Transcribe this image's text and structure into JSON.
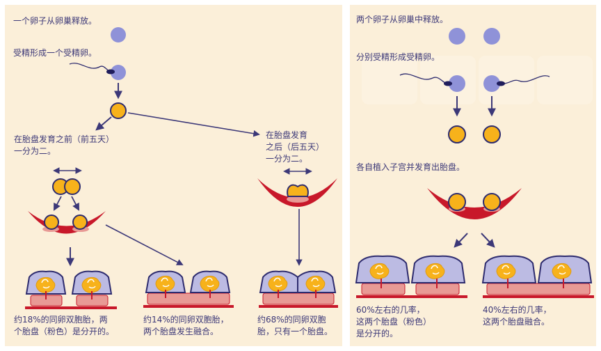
{
  "left": {
    "step1": "一个卵子从卵巢释放。",
    "step2": "受精形成一个受精卵。",
    "early_split": [
      "在胎盘发育之前（前五天）",
      "一分为二。"
    ],
    "late_split": [
      "在胎盘发育",
      "之后（后五天）",
      "一分为二。"
    ],
    "outcome_a": [
      "约18%的同卵双胞胎，两",
      "个胎盘（粉色）是分开的。"
    ],
    "outcome_b": [
      "约14%的同卵双胞胎，",
      "两个胎盘发生融合。"
    ],
    "outcome_c": [
      "约68%的同卵双胞",
      "胎，只有一个胎盘。"
    ]
  },
  "right": {
    "step1": "两个卵子从卵巢中释放。",
    "step2": "分别受精形成受精卵。",
    "step3": "各自植入子宫并发育出胎盘。",
    "outcome_a": [
      "60%左右的几率，",
      "这两个胎盘（粉色）",
      "是分开的。"
    ],
    "outcome_b": [
      "40%左右的几率，",
      "这两个胎盘融合。"
    ]
  },
  "colors": {
    "panel": "#fbefd9",
    "text": "#3c3878",
    "arrow": "#3c3878",
    "egg": "#8f92d8",
    "zygote": "#f7b21b",
    "uterus": "#c8182a",
    "placenta": "#e89a95",
    "sac_border": "#2d2b6e",
    "sac_fill": "#bcbbe3"
  }
}
